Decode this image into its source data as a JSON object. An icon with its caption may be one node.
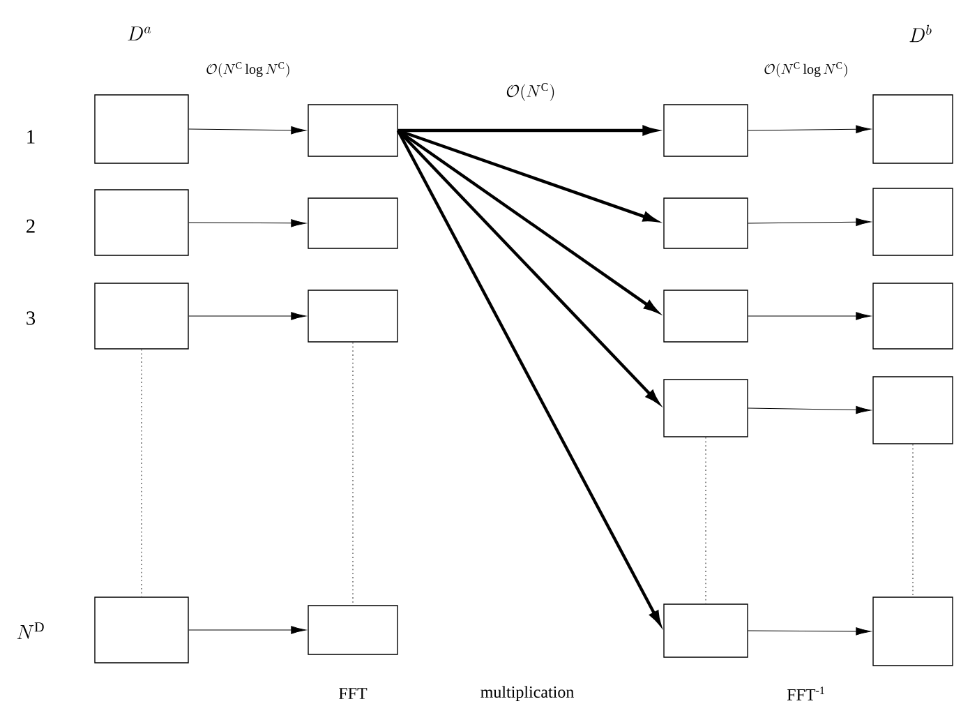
{
  "diagram": {
    "nodes": [
      {
        "text": [],
        "shape": "box"
      },
      {
        "text": [],
        "shape": "box"
      },
      {
        "text": [],
        "shape": "box"
      },
      {
        "text": [],
        "shape": "box"
      },
      {
        "text": [],
        "shape": "box"
      },
      {
        "text": [],
        "shape": "box"
      },
      {
        "text": [],
        "shape": "box"
      },
      {
        "text": [],
        "shape": "box"
      },
      {
        "text": [],
        "shape": "box"
      },
      {
        "text": [],
        "shape": "box"
      },
      {
        "text": [],
        "shape": "box"
      },
      {
        "text": [],
        "shape": "box"
      },
      {
        "text": [],
        "shape": "box"
      },
      {
        "text": [],
        "shape": "box"
      },
      {
        "text": [],
        "shape": "box"
      },
      {
        "text": [],
        "shape": "box"
      },
      {
        "text": [],
        "shape": "box"
      },
      {
        "text": [],
        "shape": "box"
      }
    ],
    "edges": [
      {
        "from": 0,
        "to": 4,
        "arrow": "to"
      },
      {
        "from": 1,
        "to": 5,
        "arrow": "to"
      },
      {
        "from": 2,
        "to": 6,
        "arrow": "to"
      },
      {
        "from": 3,
        "to": 7,
        "arrow": "to"
      },
      {
        "from": 4,
        "to": 8,
        "arrow": "to",
        "style": "thick",
        "label": "\\mathcal{O}(N^{\\mathrm{C}})"
      },
      {
        "from": 4,
        "to": 9,
        "arrow": "to",
        "style": "thick"
      },
      {
        "from": 4,
        "to": 10,
        "arrow": "to",
        "style": "thick"
      },
      {
        "from": 4,
        "to": 11,
        "arrow": "to",
        "style": "thick"
      },
      {
        "from": 4,
        "to": 12,
        "arrow": "to",
        "style": "thick"
      },
      {
        "from": 8,
        "to": 13,
        "arrow": "to"
      },
      {
        "from": 9,
        "to": 14,
        "arrow": "to"
      },
      {
        "from": 10,
        "to": 15,
        "arrow": "to"
      },
      {
        "from": 11,
        "to": 16,
        "arrow": "to"
      },
      {
        "from": 12,
        "to": 17,
        "arrow": "to"
      },
      {
        "from": 2,
        "to": 3,
        "arrow": "none",
        "style": "dashed",
        "color": "#808080"
      },
      {
        "from": 6,
        "to": 7,
        "arrow": "none",
        "style": "dashed",
        "color": "#808080"
      },
      {
        "from": 11,
        "to": 12,
        "arrow": "none",
        "style": "dashed",
        "color": "#808080"
      },
      {
        "from": 16,
        "to": 17,
        "arrow": "none",
        "style": "dashed",
        "color": "#808080"
      }
    ],
    "labels": [
      "D^a",
      "D^b",
      "\\mathcal{O}(N^{\\mathrm{C}}\\log N^{\\mathrm{C}})",
      "\\mathcal{O}(N^{\\mathrm{C}}\\log N^{\\mathrm{C}})",
      "1",
      "2",
      "3",
      "N^{\\mathrm{D}}",
      "FFT",
      "multiplication",
      "FFT$^{-1}$"
    ]
  }
}
